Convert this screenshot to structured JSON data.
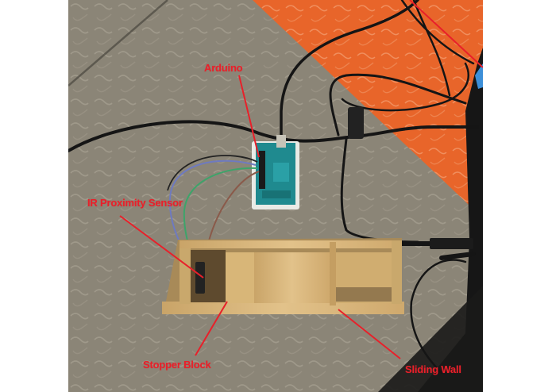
{
  "figure": {
    "description": "Photograph of an Arduino-based test rig with wooden box, IR sensor and annotated labels",
    "labels": {
      "arduino": "Arduino",
      "ir_sensor": "IR Proximity Sensor",
      "stopper_block": "Stopper Block",
      "sliding_wall": "Sliding Wall"
    },
    "colors": {
      "label": "#e8202a",
      "carpet_gray": "#8a8475",
      "carpet_orange": "#e8652a",
      "wood": "#d9b77a",
      "board": "#1f8a8f",
      "cable": "#151515"
    }
  }
}
